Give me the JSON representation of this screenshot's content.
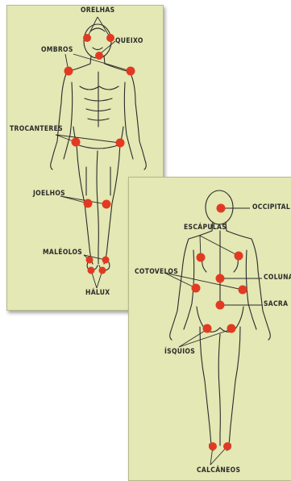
{
  "front_view": {
    "labels": {
      "ears": "ORELHAS",
      "chin": "QUEIXO",
      "shoulders": "OMBROS",
      "trochanters": "TROCANTERES",
      "knees": "JOELHOS",
      "malleoli": "MALÉOLOS",
      "hallux": "HÁLUX"
    }
  },
  "back_view": {
    "labels": {
      "occipital": "OCCIPITAL",
      "scapulae": "ESCÁPULAS",
      "elbows": "COTOVELOS",
      "spine": "COLUNA",
      "sacrum": "SACRA",
      "ischia": "ÍSQUIOS",
      "heels": "CALCÂNEOS"
    }
  },
  "colors": {
    "panel": "#e3e8b4",
    "point": "#e23a22",
    "outline": "#2a2a2a"
  }
}
